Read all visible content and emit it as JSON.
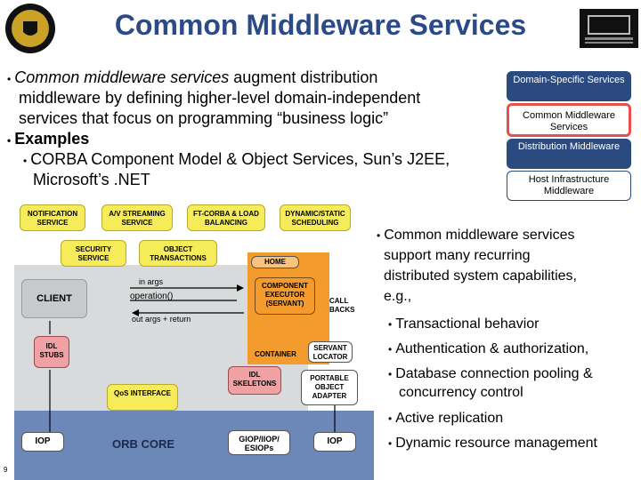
{
  "title": "Common Middleware Services",
  "intro": {
    "line1_italic": "Common middleware services",
    "line1_rest": " augment distribution",
    "line2": "middleware by defining higher-level domain-independent",
    "line3": "services that focus on programming “business logic”",
    "examples_label": "Examples",
    "example_line1": "CORBA Component Model & Object Services, Sun’s J2EE,",
    "example_line2": "Microsoft’s .NET"
  },
  "layers": {
    "domain": "Domain-Specific Services",
    "common": "Common Middleware Services",
    "distribution": "Distribution Middleware",
    "host": "Host Infrastructure Middleware"
  },
  "right_text": {
    "lead": [
      "Common middleware services",
      "support many recurring",
      "distributed system capabilities,",
      "e.g.,"
    ],
    "items": [
      "Transactional behavior",
      "Authentication & authorization,",
      "Database connection pooling &",
      "concurrency control",
      "Active replication",
      "Dynamic resource management"
    ]
  },
  "diagram": {
    "notification": "NOTIFICATION SERVICE",
    "av_streaming": "A/V STREAMING SERVICE",
    "ft_corba": "FT-CORBA & LOAD BALANCING",
    "dynamic_static": "DYNAMIC/STATIC SCHEDULING",
    "security": "SECURITY SERVICE",
    "object_transactions": "OBJECT TRANSACTIONS",
    "home": "HOME",
    "client": "CLIENT",
    "in_args": "in args",
    "operation": "operation()",
    "out_args": "out args + return",
    "component_executor": "COMPONENT EXECUTOR (SERVANT)",
    "call_backs": "CALL BACKS",
    "container": "CONTAINER",
    "servant_locator": "SERVANT LOCATOR",
    "idl_stubs": "IDL STUBS",
    "idl_skeletons": "IDL SKELETONS",
    "portable_object_adapter": "PORTABLE OBJECT ADAPTER",
    "qos_interface": "QoS INTERFACE",
    "iop_left": "IOP",
    "orb_core": "ORB CORE",
    "giop": "GIOP/IIOP/ ESIOPs",
    "iop_right": "IOP"
  },
  "slide_number": "9",
  "colors": {
    "title": "#2b4a86",
    "layer_dark": "#2a4a80",
    "highlight": "#e8504e",
    "yellow": "#f6ec5a",
    "orange": "#f39b2c",
    "orb": "#6b88b8"
  }
}
